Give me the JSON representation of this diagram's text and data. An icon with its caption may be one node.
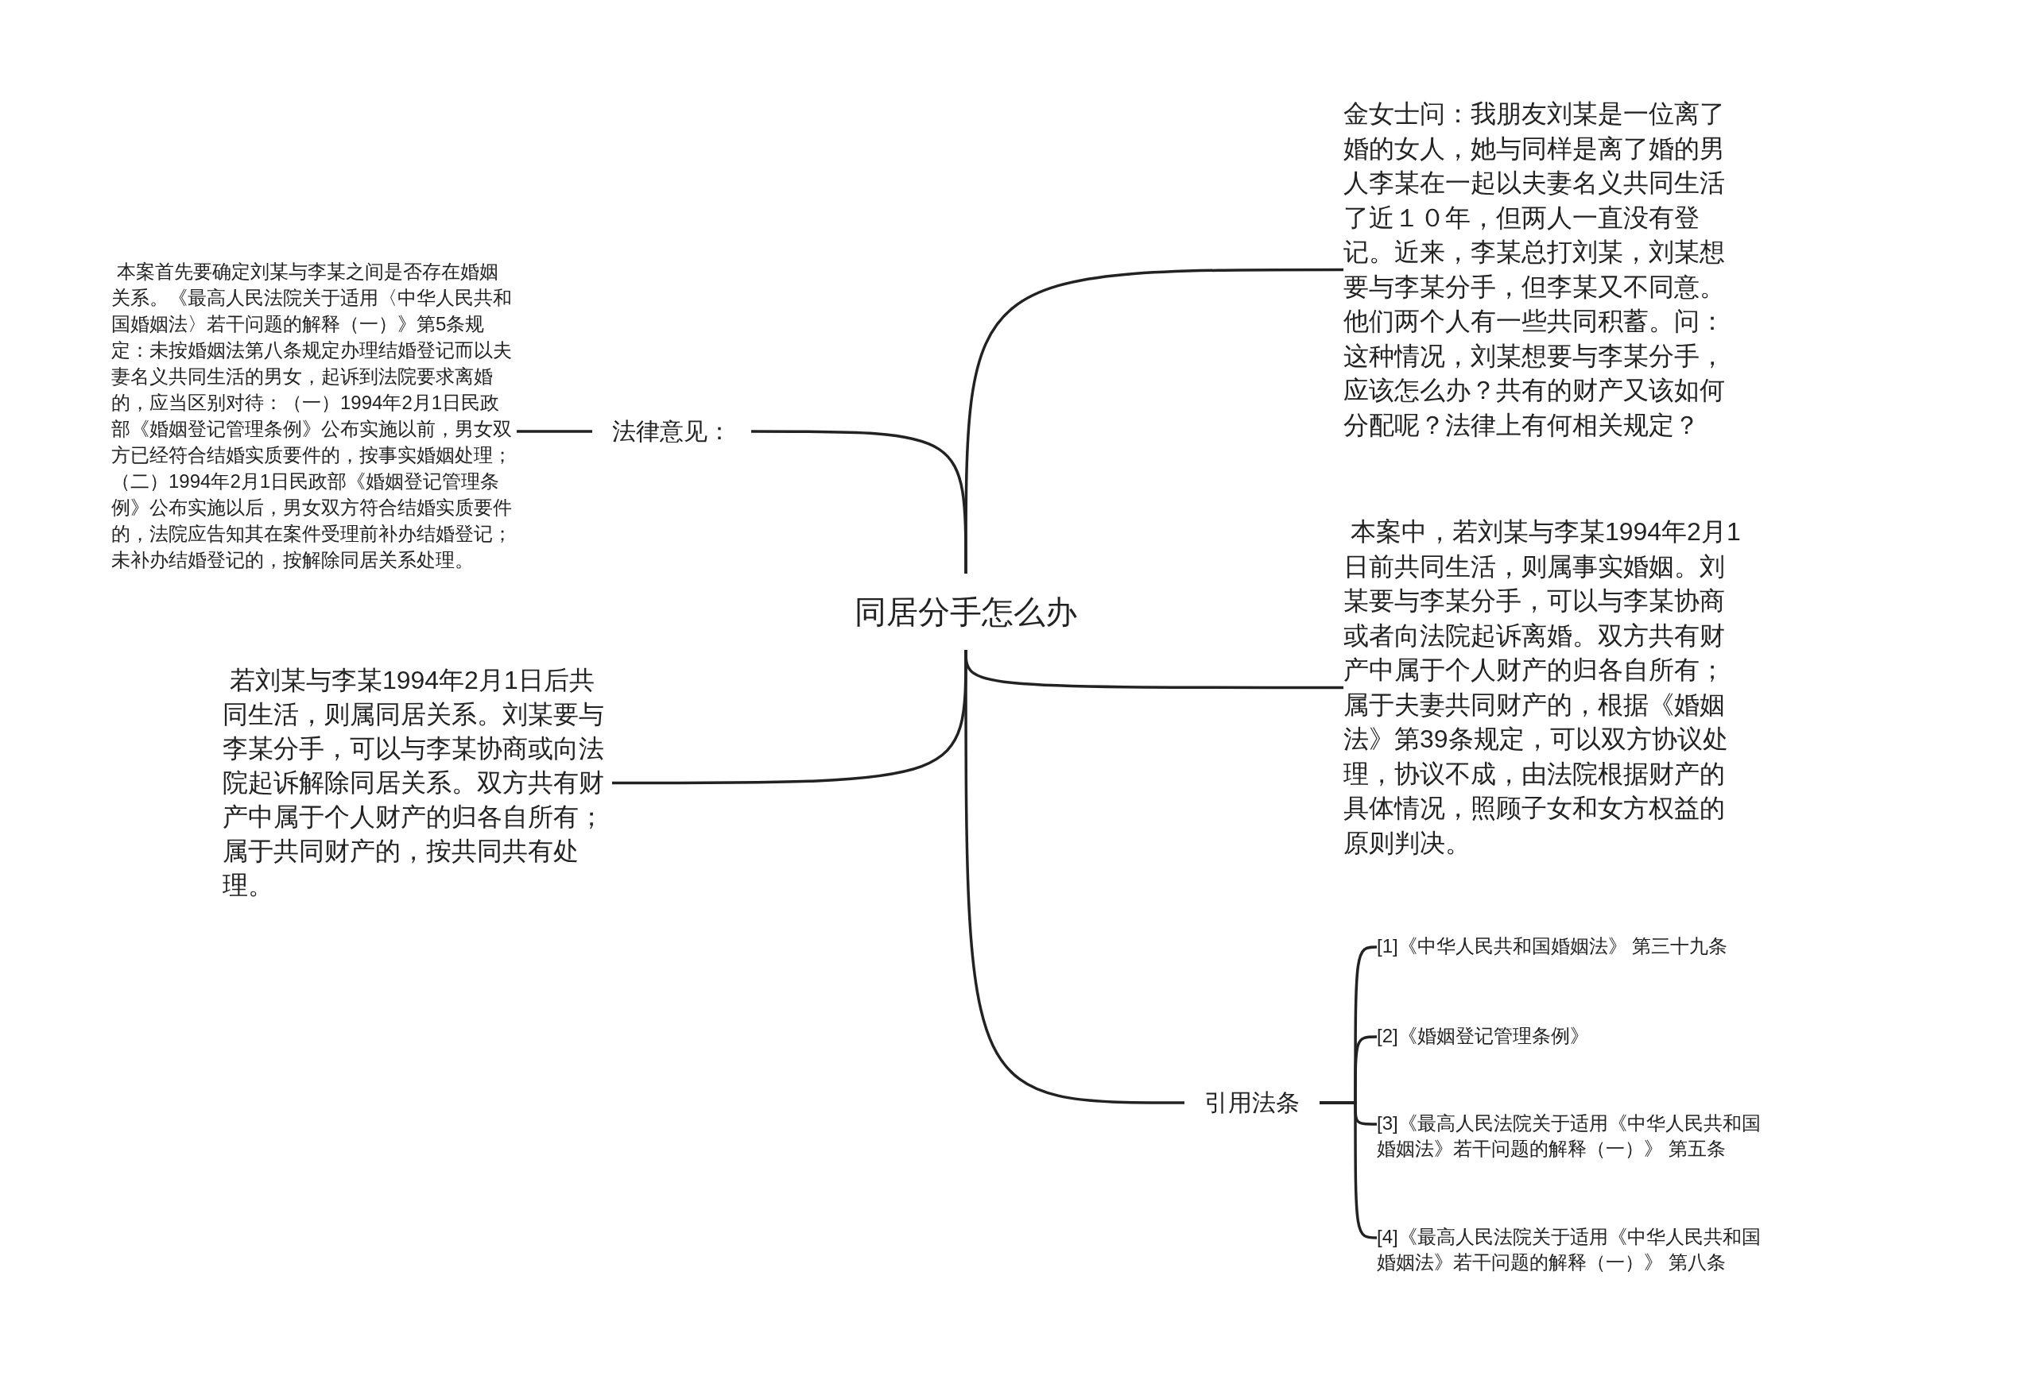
{
  "diagram": {
    "nodes": [
      {
        "text": [
          "同居分手怎么办"
        ]
      },
      {
        "text": [
          "金女士问：我朋友刘某是一位离了婚的女人，她与同样是离了婚的男人李某在一起以夫妻名义共同生活了近１０年，但两人一直没有登记。近来，李某总打刘某，刘某想要与李某分手，但李某又不同意。他们两个人有一些共同积蓄。问：这种情况，刘某想要与李某分手，应该怎么办？共有的财产又该如何分配呢？法律上有何相关规定？"
        ]
      },
      {
        "text": [
          "法律意见："
        ]
      },
      {
        "text": [
          " 本案首先要确定刘某与李某之间是否存在婚姻关系。《最高人民法院关于适用〈中华人民共和国婚姻法〉若干问题的解释（一）》第5条规定：未按婚姻法第八条规定办理结婚登记而以夫妻名义共同生活的男女，起诉到法院要求离婚的，应当区别对待：（一）1994年2月1日民政部《婚姻登记管理条例》公布实施以前，男女双方已经符合结婚实质要件的，按事实婚姻处理；（二）1994年2月1日民政部《婚姻登记管理条例》公布实施以后，男女双方符合结婚实质要件的，法院应告知其在案件受理前补办结婚登记；未补办结婚登记的，按解除同居关系处理。"
        ]
      },
      {
        "text": [
          " 本案中，若刘某与李某1994年2月1日前共同生活，则属事实婚姻。刘某要与李某分手，可以与李某协商或者向法院起诉离婚。双方共有财产中属于个人财产的归各自所有；属于夫妻共同财产的，根据《婚姻法》第39条规定，可以双方协议处理，协议不成，由法院根据财产的具体情况，照顾子女和女方权益的原则判决。"
        ]
      },
      {
        "text": [
          " 若刘某与李某1994年2月1日后共同生活，则属同居关系。刘某要与李某分手，可以与李某协商或向法院起诉解除同居关系。双方共有财产中属于个人财产的归各自所有；属于共同财产的，按共同共有处理。"
        ]
      },
      {
        "text": [
          "引用法条"
        ]
      },
      {
        "text": [
          "[1]《中华人民共和国婚姻法》 第三十九条"
        ]
      },
      {
        "text": [
          "[2]《婚姻登记管理条例》"
        ]
      },
      {
        "text": [
          "[3]《最高人民法院关于适用《中华人民共和国婚姻法》若干问题的解释（一）》 第五条"
        ]
      },
      {
        "text": [
          "[4]《最高人民法院关于适用《中华人民共和国婚姻法》若干问题的解释（一）》 第八条"
        ]
      }
    ],
    "edges": [
      {
        "from": 0,
        "to": 1,
        "arrow": "none"
      },
      {
        "from": 0,
        "to": 2,
        "arrow": "none"
      },
      {
        "from": 2,
        "to": 3,
        "arrow": "none"
      },
      {
        "from": 0,
        "to": 4,
        "arrow": "none"
      },
      {
        "from": 0,
        "to": 5,
        "arrow": "none"
      },
      {
        "from": 0,
        "to": 6,
        "arrow": "none"
      },
      {
        "from": 6,
        "to": 7,
        "arrow": "none"
      },
      {
        "from": 6,
        "to": 8,
        "arrow": "none"
      },
      {
        "from": 6,
        "to": 9,
        "arrow": "none"
      },
      {
        "from": 6,
        "to": 10,
        "arrow": "none"
      }
    ]
  }
}
